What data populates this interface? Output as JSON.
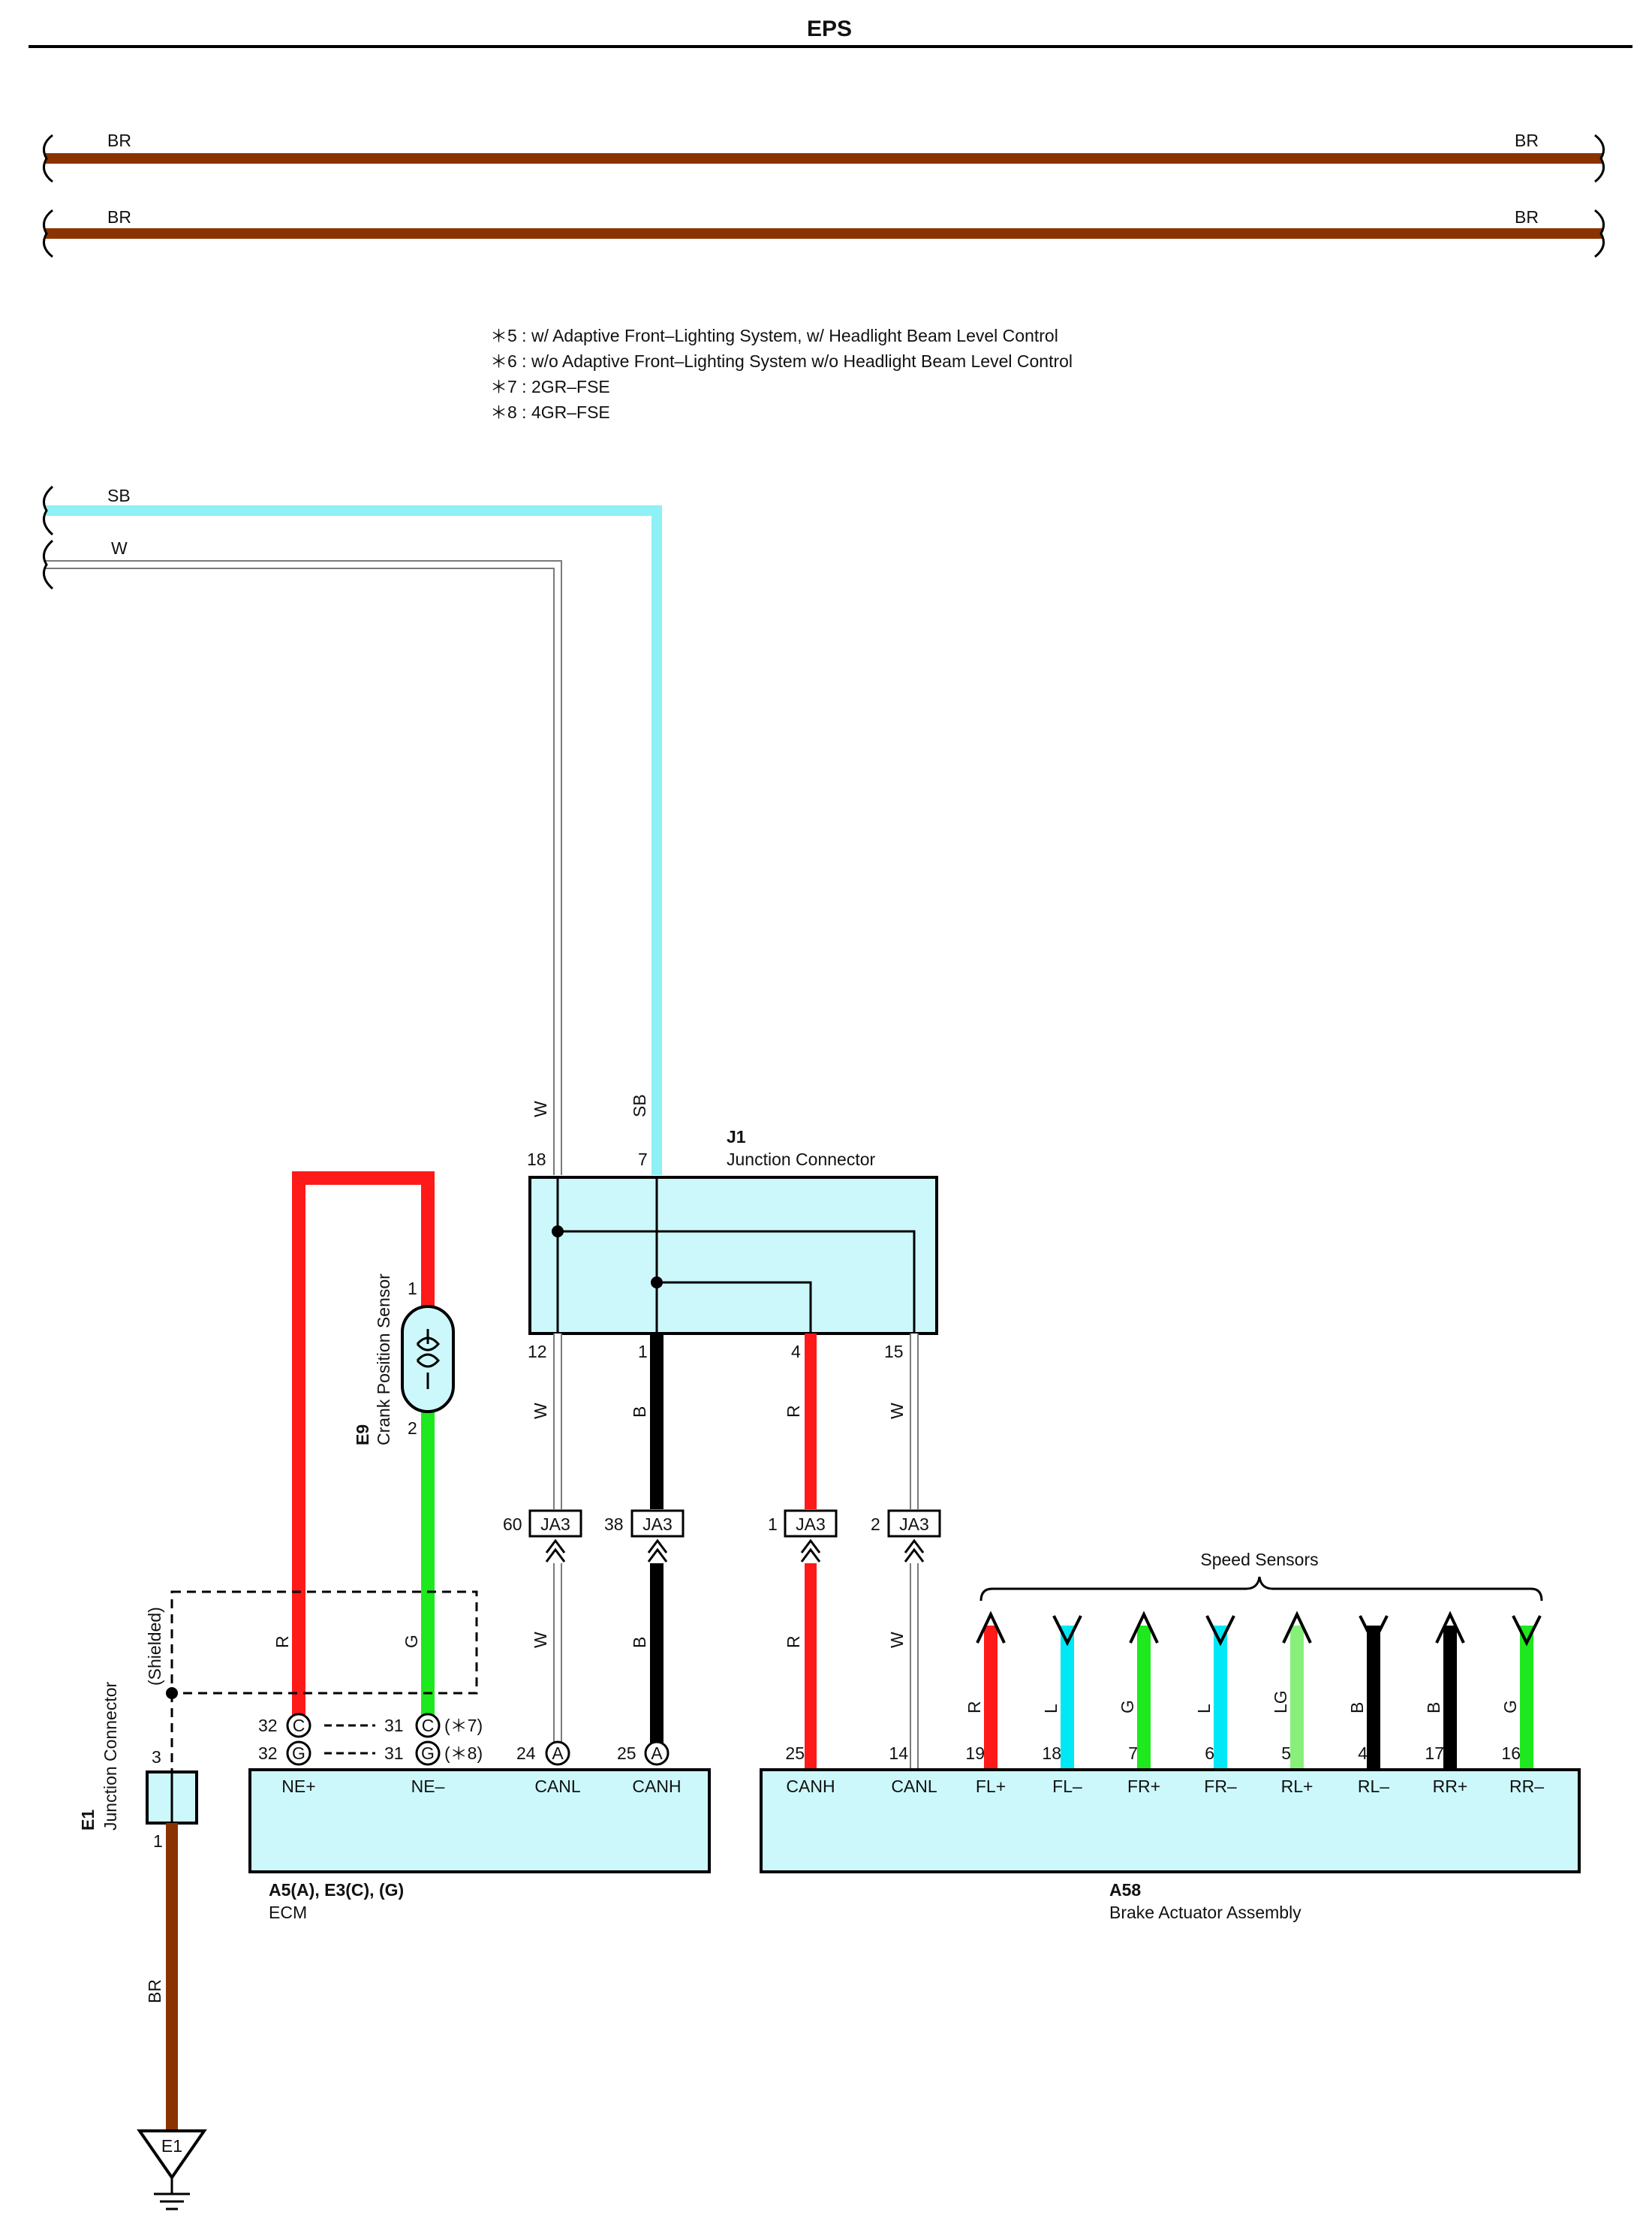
{
  "page": {
    "title": "EPS"
  },
  "colors": {
    "BR": "#8b3300",
    "SB": "#8ff0f5",
    "W_fill": "#ffffff",
    "W_edge": "#7a7a7a",
    "R": "#ff1a1a",
    "G": "#1ee81e",
    "B": "#000000",
    "L": "#00e8f5",
    "LG": "#88f07a",
    "component": "#ccf8fb"
  },
  "wires": {
    "br_top_1": {
      "left": "BR",
      "right": "BR"
    },
    "br_top_2": {
      "left": "BR",
      "right": "BR"
    },
    "sb_main": "SB",
    "w_main": "W",
    "w_j1_in": "W",
    "sb_j1_in": "SB"
  },
  "notes": [
    "＊5 : w/ Adaptive Front–Lighting System,  w/ Headlight Beam Level Control",
    "＊6 : w/o Adaptive Front–Lighting System w/o Headlight Beam Level Control",
    "＊7 : 2GR–FSE",
    "＊8 : 4GR–FSE"
  ],
  "j1": {
    "code": "J1",
    "name": "Junction Connector",
    "pins_top": {
      "left": "18",
      "right": "7"
    },
    "pins_bottom": [
      "12",
      "1",
      "4",
      "15"
    ],
    "wire_colors_bottom": [
      "W",
      "B",
      "R",
      "W"
    ]
  },
  "ja3": [
    {
      "pin": "60",
      "code": "JA3",
      "wire": "W"
    },
    {
      "pin": "38",
      "code": "JA3",
      "wire": "B"
    },
    {
      "pin": "1",
      "code": "JA3",
      "wire": "R"
    },
    {
      "pin": "2",
      "code": "JA3",
      "wire": "W"
    }
  ],
  "e9": {
    "code": "E9",
    "name": "Crank Position Sensor",
    "pin_top": "1",
    "pin_bottom": "2"
  },
  "shield": {
    "label": "(Shielded)",
    "wire_r": "R",
    "wire_g": "G"
  },
  "ecm": {
    "code": "A5(A), E3(C), (G)",
    "name": "ECM",
    "terminals": [
      "NE+",
      "NE–",
      "CANL",
      "CANH"
    ],
    "pins": [
      {
        "num": "32",
        "conn": "C"
      },
      {
        "num": "32",
        "conn": "G"
      },
      {
        "num": "31",
        "conn": "C",
        "note": "(＊7)"
      },
      {
        "num": "31",
        "conn": "G",
        "note": "(＊8)"
      },
      {
        "num": "24",
        "conn": "A"
      },
      {
        "num": "25",
        "conn": "A"
      }
    ]
  },
  "e1": {
    "code": "E1",
    "name": "Junction Connector",
    "pin_top": "3",
    "pin_bottom": "1",
    "wire": "BR",
    "ground": "E1"
  },
  "a58": {
    "code": "A58",
    "name": "Brake Actuator Assembly",
    "group_label": "Speed Sensors",
    "terminals": [
      {
        "pin": "25",
        "name": "CANH"
      },
      {
        "pin": "14",
        "name": "CANL"
      },
      {
        "pin": "19",
        "name": "FL+",
        "wire": "R"
      },
      {
        "pin": "18",
        "name": "FL–",
        "wire": "L"
      },
      {
        "pin": "7",
        "name": "FR+",
        "wire": "G"
      },
      {
        "pin": "6",
        "name": "FR–",
        "wire": "L"
      },
      {
        "pin": "5",
        "name": "RL+",
        "wire": "LG"
      },
      {
        "pin": "4",
        "name": "RL–",
        "wire": "B"
      },
      {
        "pin": "17",
        "name": "RR+",
        "wire": "B"
      },
      {
        "pin": "16",
        "name": "RR–",
        "wire": "G"
      }
    ]
  }
}
